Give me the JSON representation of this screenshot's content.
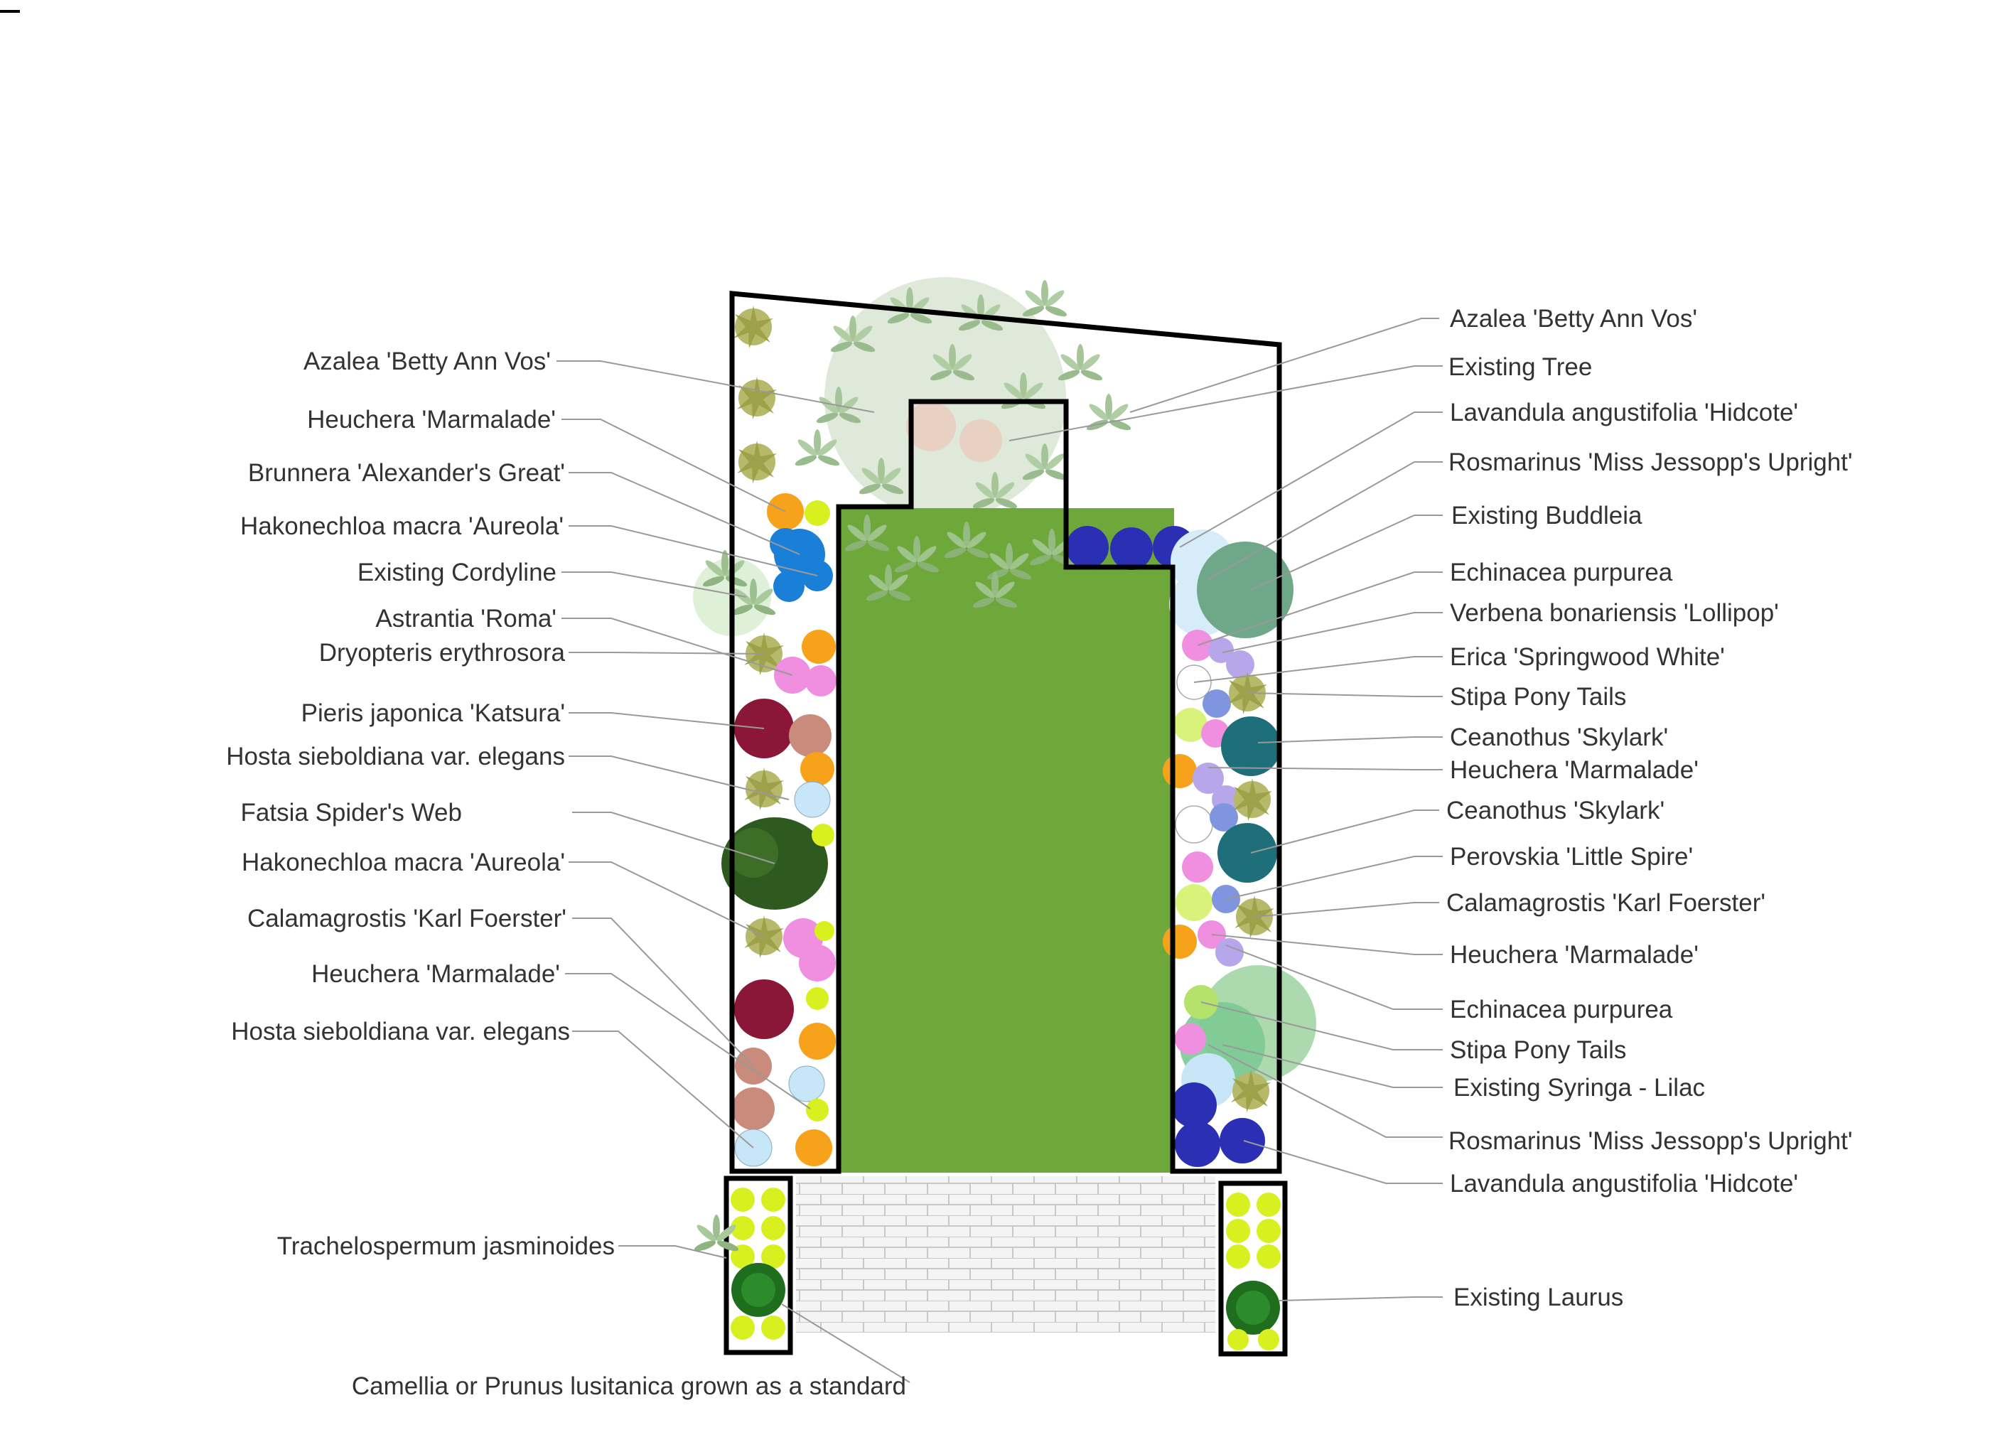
{
  "left_labels": [
    "Azalea 'Betty Ann Vos'",
    "Heuchera 'Marmalade'",
    "Brunnera 'Alexander's Great'",
    "Hakonechloa macra 'Aureola'",
    "Existing Cordyline",
    "Astrantia 'Roma'",
    "Dryopteris erythrosora",
    "Pieris japonica 'Katsura'",
    "Hosta sieboldiana var. elegans",
    "Fatsia Spider's Web",
    "Hakonechloa macra 'Aureola'",
    "Calamagrostis 'Karl Foerster'",
    "Heuchera 'Marmalade'",
    "Hosta sieboldiana var. elegans",
    "Trachelospermum jasminoides",
    "Camellia or Prunus lusitanica grown as a standard"
  ],
  "right_labels": [
    "Azalea 'Betty Ann Vos'",
    "Existing Tree",
    "Lavandula angustifolia 'Hidcote'",
    "Rosmarinus 'Miss Jessopp's Upright'",
    "Existing Buddleia",
    "Echinacea purpurea",
    "Verbena bonariensis 'Lollipop'",
    "Erica 'Springwood White'",
    "Stipa Pony Tails",
    "Ceanothus 'Skylark'",
    "Heuchera 'Marmalade'",
    "Ceanothus 'Skylark'",
    "Perovskia 'Little Spire'",
    "Calamagrostis 'Karl Foerster'",
    "Heuchera 'Marmalade'",
    "Echinacea purpurea",
    "Stipa Pony Tails",
    "Existing Syringa - Lilac",
    "Rosmarinus 'Miss Jessopp's Upright'",
    "Lavandula angustifolia 'Hidcote'",
    "Existing Laurus"
  ],
  "colors": {
    "lawn": "#6fa83a",
    "paving": "#f2f2f2",
    "paving_lines": "#c8c8c8",
    "outline": "#000000",
    "leader": "#999999",
    "label_text": "#333333",
    "lavender_blue": "#2b2fb3",
    "orange": "#f7a21b",
    "pink": "#f08ee0",
    "pale_blue": "#c7e6f7",
    "lime": "#d8f01f",
    "azalea_peach": "#f5c9bc",
    "dark_red": "#8a1738",
    "tree_green": "#9bbf9b",
    "fatsia_dark": "#2f5a1f"
  }
}
